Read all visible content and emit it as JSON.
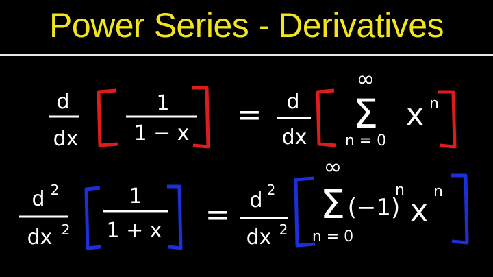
{
  "colors": {
    "background": "#000000",
    "title": "#f2e51c",
    "rule": "#e8e8e8",
    "ink": "#ffffff",
    "bracket_red": "#e01b1b",
    "bracket_blue": "#1c2fd8"
  },
  "title": "Power Series - Derivatives",
  "eq1": {
    "d": "d",
    "dx": "dx",
    "num": "1",
    "den": "1 − x",
    "equals": "=",
    "d_right": "d",
    "dx_right": "dx",
    "sigma": "Σ",
    "upper": "∞",
    "lower": "n = 0",
    "base": "x",
    "exp": "n"
  },
  "eq2": {
    "d": "d",
    "d_exp": "2",
    "dx": "dx",
    "dx_exp": "2",
    "num": "1",
    "den": "1 + x",
    "equals": "=",
    "d_right": "d",
    "d_right_exp": "2",
    "dx_right": "dx",
    "dx_right_exp": "2",
    "sigma": "Σ",
    "upper": "∞",
    "lower": "n = 0",
    "factor": "(−1)",
    "factor_exp": "n",
    "base": "x",
    "exp": "n"
  }
}
